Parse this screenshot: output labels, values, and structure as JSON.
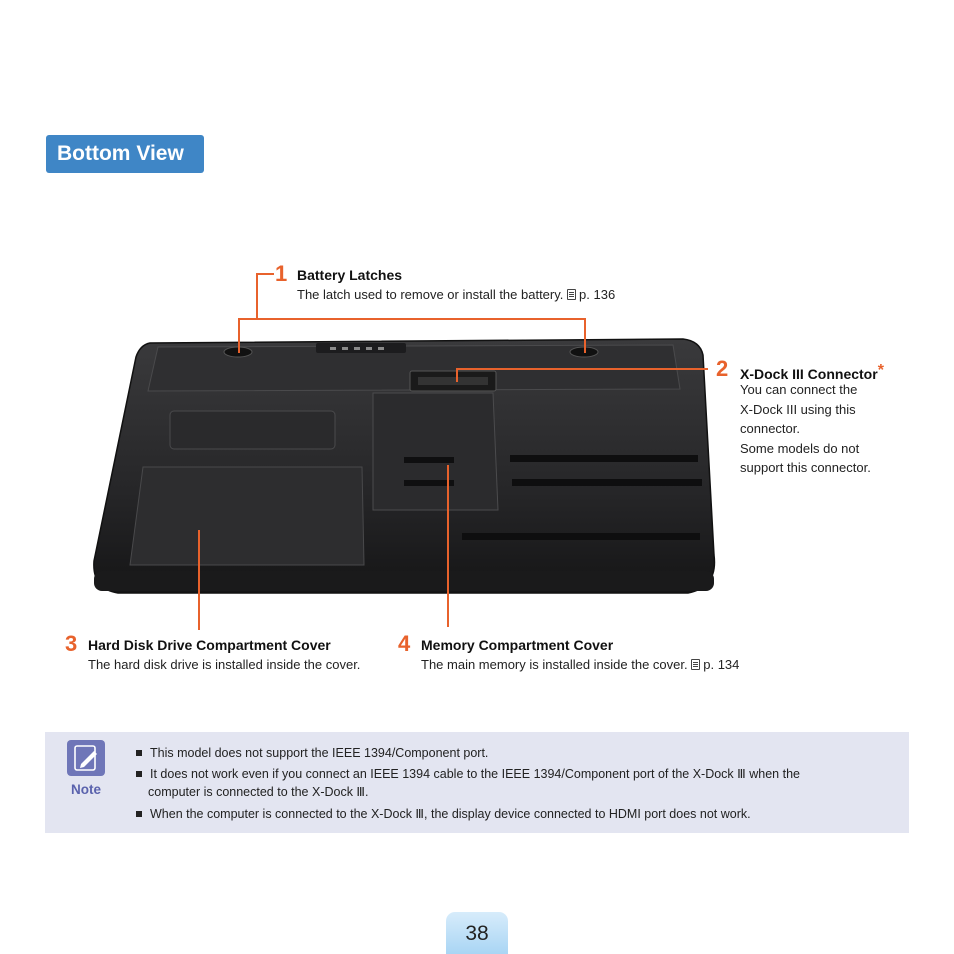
{
  "section_title": "Bottom View",
  "callouts": [
    {
      "num": "1",
      "title": "Battery Latches",
      "desc": "The latch used to remove or install the battery.",
      "ref": "p. 136"
    },
    {
      "num": "2",
      "title": "X-Dock III Connector",
      "star": "*",
      "lines": [
        "You can connect the",
        "X-Dock III using this",
        "connector.",
        "Some models do not",
        "support this connector."
      ]
    },
    {
      "num": "3",
      "title": "Hard Disk Drive Compartment Cover",
      "desc": "The hard disk drive is installed inside the cover."
    },
    {
      "num": "4",
      "title": "Memory Compartment Cover",
      "desc": "The main memory is installed inside the cover.",
      "ref": "p. 134"
    }
  ],
  "note": {
    "label": "Note",
    "items": [
      "This model does not support the IEEE 1394/Component port.",
      "It does not work even if you connect an IEEE 1394 cable to the IEEE 1394/Component port of the X-Dock Ⅲ when the",
      "computer is connected to the X-Dock Ⅲ.",
      "When the computer is connected to the X-Dock Ⅲ, the display device connected to HDMI port does not work."
    ]
  },
  "page_number": "38",
  "colors": {
    "accent": "#e8622c",
    "title_bg": "#3f86c6",
    "note_bg": "#e3e5f1",
    "note_icon": "#6f76b8"
  }
}
